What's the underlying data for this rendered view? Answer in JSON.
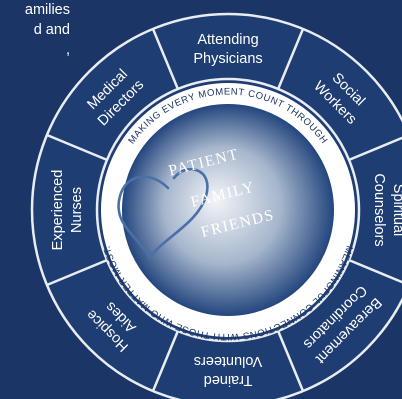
{
  "colors": {
    "background": "#1a3566",
    "ring": "#1e3d73",
    "ring_lines": "#e9edf3",
    "center_light": "#f3f5f9",
    "center_mid": "#a6b6cc",
    "center_dark": "#23467e",
    "band": "#ffffff",
    "band_text": "#1a3566",
    "segment_text": "#ffffff",
    "heart": "#4a70a8"
  },
  "corner_text_lines": [
    "amilies",
    "d and",
    ","
  ],
  "center": {
    "lines": [
      "PATIENT",
      "FAMILY",
      "FRIENDS"
    ],
    "heart_icon": "heart-outline-icon"
  },
  "band_text": {
    "upper": "MAKING EVERY MOMENT COUNT THROUGH",
    "lower": "MEANINGFUL CONNECTIONS WITH THOSE WHO MATTER MOST."
  },
  "segments": [
    {
      "lines": [
        "Attending",
        "Physicians"
      ]
    },
    {
      "lines": [
        "Social",
        "Workers"
      ]
    },
    {
      "lines": [
        "Spiritual",
        "Counselors"
      ]
    },
    {
      "lines": [
        "Bereavement",
        "Coordinators"
      ]
    },
    {
      "lines": [
        "Trained",
        "Volunteers"
      ]
    },
    {
      "lines": [
        "Hospice",
        "Aides"
      ]
    },
    {
      "lines": [
        "Experienced",
        "Nurses"
      ]
    },
    {
      "lines": [
        "Medical",
        "Directors"
      ]
    }
  ]
}
